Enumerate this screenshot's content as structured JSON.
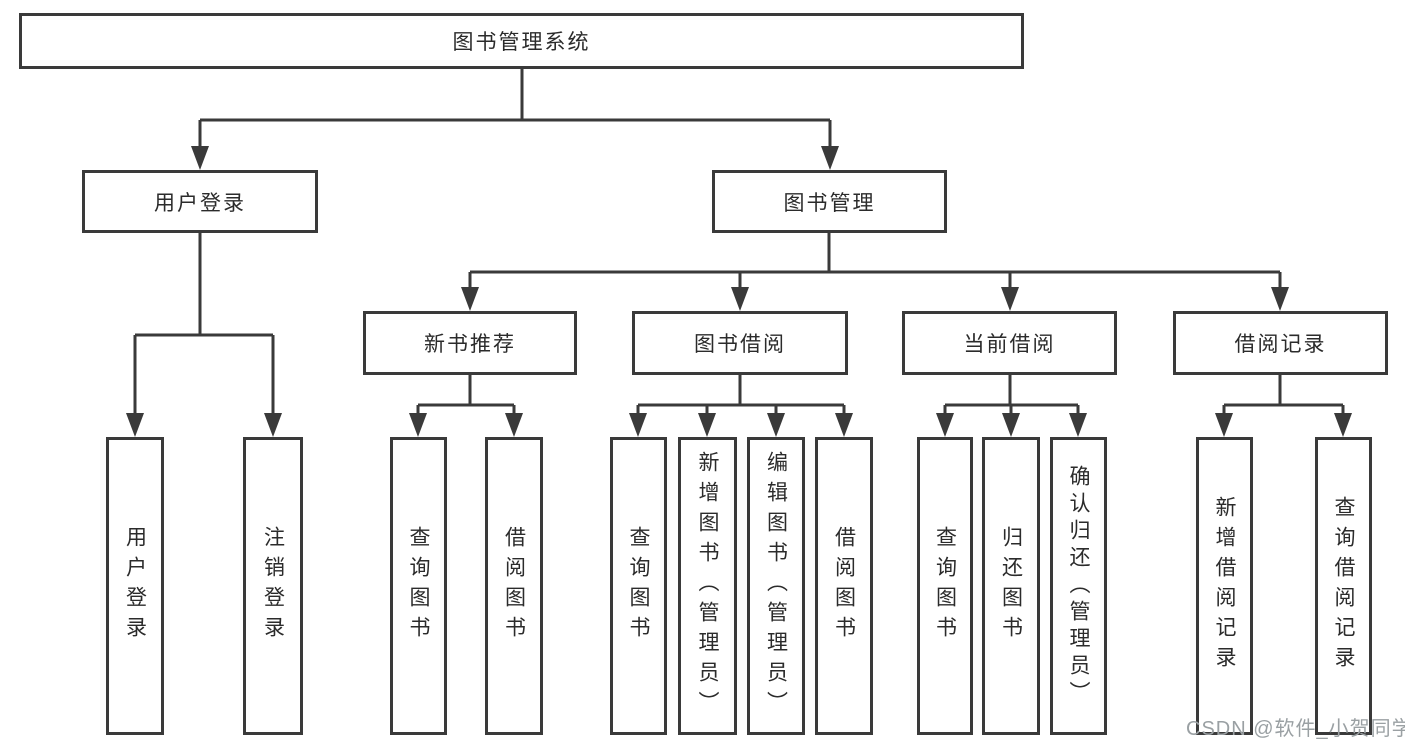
{
  "diagram": {
    "root": {
      "label": "图书管理系统"
    },
    "level2": [
      {
        "label": "用户登录"
      },
      {
        "label": "图书管理"
      }
    ],
    "level3": [
      {
        "label": "新书推荐"
      },
      {
        "label": "图书借阅"
      },
      {
        "label": "当前借阅"
      },
      {
        "label": "借阅记录"
      }
    ],
    "leaves": [
      {
        "label": "用户登录"
      },
      {
        "label": "注销登录"
      },
      {
        "label": "查询图书"
      },
      {
        "label": "借阅图书"
      },
      {
        "label": "查询图书"
      },
      {
        "label": "新增图书（管理员）"
      },
      {
        "label": "编辑图书（管理员）"
      },
      {
        "label": "借阅图书"
      },
      {
        "label": "查询图书"
      },
      {
        "label": "归还图书"
      },
      {
        "label": "确认归还（管理员）"
      },
      {
        "label": "新增借阅记录"
      },
      {
        "label": "查询借阅记录"
      }
    ]
  },
  "watermark": {
    "text": "CSDN @软件_小贺同学"
  },
  "colors": {
    "line": "#3a3a3a",
    "text": "#2b2b2b",
    "watermark": "#9aa0a3",
    "background": "#ffffff"
  }
}
